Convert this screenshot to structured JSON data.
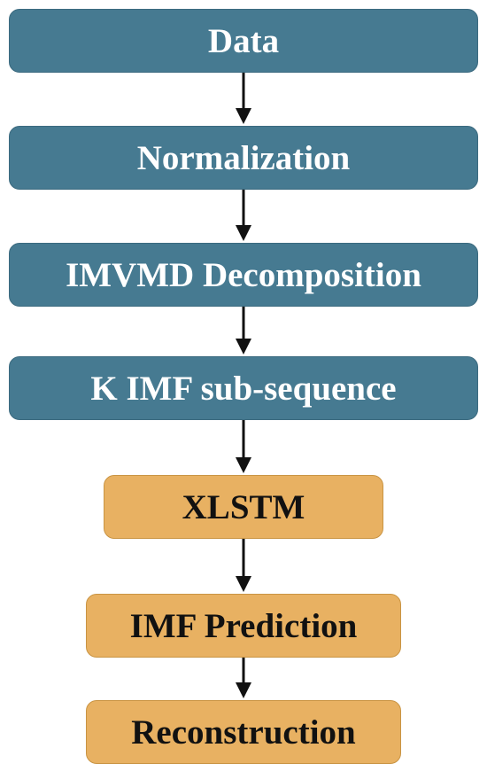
{
  "steps": [
    {
      "label": "Data",
      "color": "#467a91",
      "text_color": "#ffffff"
    },
    {
      "label": "Normalization",
      "color": "#467a91",
      "text_color": "#ffffff"
    },
    {
      "label": "IMVMD Decomposition",
      "color": "#467a91",
      "text_color": "#ffffff"
    },
    {
      "label": "K IMF sub-sequence",
      "color": "#467a91",
      "text_color": "#ffffff"
    },
    {
      "label": "XLSTM",
      "color": "#e8b162",
      "text_color": "#111111"
    },
    {
      "label": "IMF Prediction",
      "color": "#e8b162",
      "text_color": "#111111"
    },
    {
      "label": "Reconstruction",
      "color": "#e8b162",
      "text_color": "#111111"
    }
  ],
  "arrow_icon": "arrow-down-icon"
}
